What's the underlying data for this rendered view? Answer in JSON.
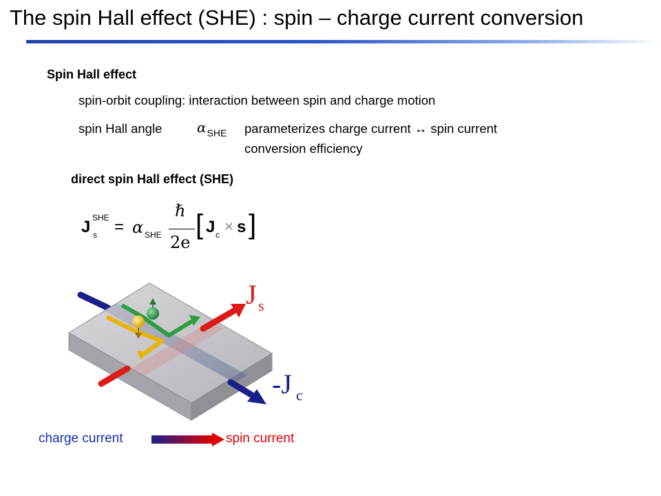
{
  "title": "The spin Hall effect (SHE) : spin – charge current conversion",
  "section_heading": "Spin Hall effect",
  "bullets": {
    "soc": "spin-orbit coupling: interaction between spin and charge motion",
    "angle_prefix": "spin Hall angle",
    "angle_symbol": "α",
    "angle_subscript": "SHE",
    "angle_desc_line1": "parameterizes charge current ↔ spin current",
    "angle_desc_line2": "conversion efficiency"
  },
  "sub_heading": "direct spin Hall effect (SHE)",
  "equation": {
    "lhs_symbol": "J",
    "lhs_superscript": "SHE",
    "lhs_subscript": "s",
    "equals": "=",
    "alpha": "α",
    "alpha_subscript": "SHE",
    "numerator": "ℏ",
    "denominator": "2e",
    "bracket_left": "[",
    "jc_symbol": "J",
    "jc_subscript": "c",
    "times": "×",
    "s_symbol": "s",
    "bracket_right": "]"
  },
  "diagram": {
    "label_js": "J",
    "label_js_sub": "s",
    "label_jc": "-J",
    "label_jc_sub": "c",
    "colors": {
      "spin_current": "#dd1a1a",
      "charge_current": "#1b1f8c",
      "spin_up": "#2e9e44",
      "spin_down": "#e8b400",
      "slab": "#c8c8cc"
    }
  },
  "legend": {
    "charge_current": "charge current",
    "spin_current": "spin current",
    "charge_color": "#1030b0",
    "spin_color": "#e00000"
  }
}
